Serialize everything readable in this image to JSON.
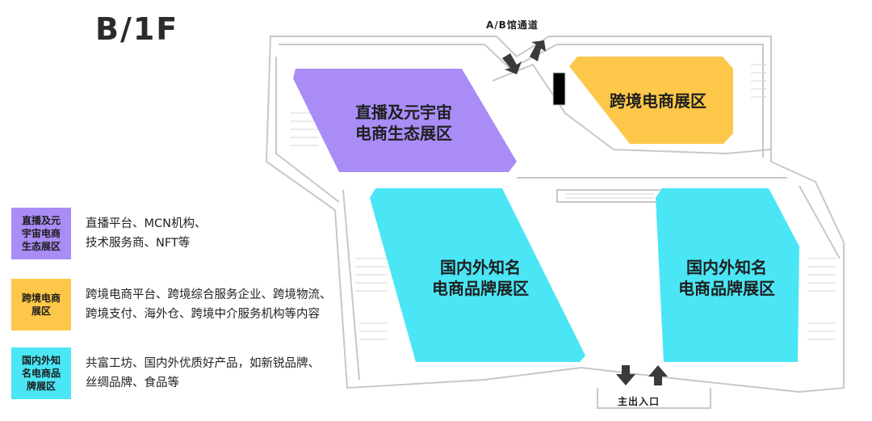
{
  "floor_title": "B/1F",
  "colors": {
    "zone_live": "#a98cf6",
    "zone_cross": "#fdc84a",
    "zone_brand": "#4ae6f5",
    "plan_line": "#c8c8c8",
    "arrow": "#3a3a3a"
  },
  "map": {
    "zone_live_label": "直播及元宇宙\n电商生态展区",
    "zone_cross_label": "跨境电商展区",
    "zone_brand_left_label": "国内外知名\n电商品牌展区",
    "zone_brand_right_label": "国内外知名\n电商品牌展区",
    "passage_label": "A/B馆通道",
    "main_entrance_label": "主出入口"
  },
  "legend": [
    {
      "swatch_label": "直播及元\n宇宙电商\n生态展区",
      "color": "#a98cf6",
      "description": "直播平台、MCN机构、\n技术服务商、NFT等"
    },
    {
      "swatch_label": "跨境电商\n展区",
      "color": "#fdc84a",
      "description": "跨境电商平台、跨境综合服务企业、跨境物流、\n跨境支付、海外仓、跨境中介服务机构等内容"
    },
    {
      "swatch_label": "国内外知\n名电商品\n牌展区",
      "color": "#4ae6f5",
      "description": "共富工坊、国内外优质好产品，如新锐品牌、\n丝绸品牌、食品等"
    }
  ]
}
